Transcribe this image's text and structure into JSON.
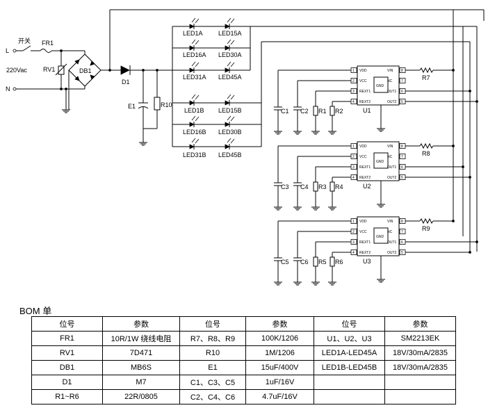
{
  "schematic": {
    "switch_label": "开关",
    "fuse_label": "FR1",
    "line_label": "L",
    "neutral_label": "N",
    "voltage_label": "220Vac",
    "varistor_label": "RV1",
    "bridge_label": "DB1",
    "diode_label": "D1",
    "cap_e1_label": "E1",
    "res_r10_label": "R10",
    "led_labels": {
      "a1": "LED1A",
      "a15": "LED15A",
      "a16": "LED16A",
      "a30": "LED30A",
      "a31": "LED31A",
      "a45": "LED45A",
      "b1": "LED1B",
      "b15": "LED15B",
      "b16": "LED16B",
      "b30": "LED30B",
      "b31": "LED31B",
      "b45": "LED45B"
    },
    "ic_pins": {
      "vdd": "VDD",
      "vcc": "VCC",
      "rext1": "REXT1",
      "rext2": "REXT2",
      "vin": "VIN",
      "nc": "NC",
      "out1": "OUT1",
      "out2": "OUT2",
      "gnd": "GND",
      "n1": "1",
      "n2": "2",
      "n3": "3",
      "n4": "4",
      "n5": "5",
      "n6": "6",
      "n7": "7",
      "n8": "8"
    },
    "ics": [
      {
        "name": "U1",
        "c_a": "C1",
        "c_b": "C2",
        "r_a": "R1",
        "r_b": "R2",
        "r_vin": "R7"
      },
      {
        "name": "U2",
        "c_a": "C3",
        "c_b": "C4",
        "r_a": "R3",
        "r_b": "R4",
        "r_vin": "R8"
      },
      {
        "name": "U3",
        "c_a": "C5",
        "c_b": "C6",
        "r_a": "R5",
        "r_b": "R6",
        "r_vin": "R9"
      }
    ]
  },
  "bom": {
    "title": "BOM 单",
    "headers": [
      "位号",
      "参数",
      "位号",
      "参数",
      "位号",
      "参数"
    ],
    "rows": [
      [
        "FR1",
        "10R/1W  绕线电阻",
        "R7、R8、R9",
        "100K/1206",
        "U1、U2、U3",
        "SM2213EK"
      ],
      [
        "RV1",
        "7D471",
        "R10",
        "1M/1206",
        "LED1A-LED45A",
        "18V/30mA/2835"
      ],
      [
        "DB1",
        "MB6S",
        "E1",
        "15uF/400V",
        "LED1B-LED45B",
        "18V/30mA/2835"
      ],
      [
        "D1",
        "M7",
        "C1、C3、C5",
        "1uF/16V",
        "",
        ""
      ],
      [
        "R1~R6",
        "22R/0805",
        "C2、C4、C6",
        "4.7uF/16V",
        "",
        ""
      ]
    ]
  }
}
